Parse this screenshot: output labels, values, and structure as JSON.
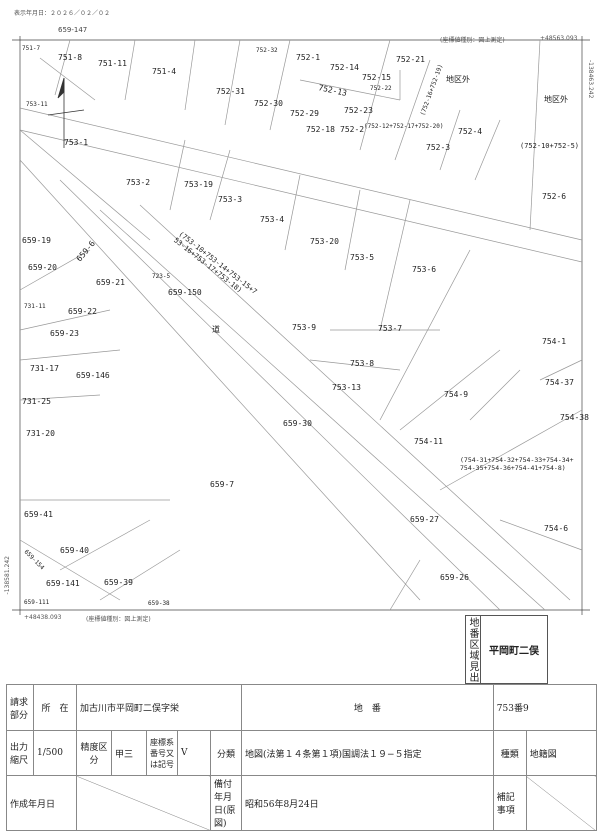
{
  "display_date": "表示年月日：２０２６／０２／０２",
  "map": {
    "coord_note": "(座標値種別：図上測定)",
    "coord_top": "+48563.093",
    "coord_bottom": "+48438.093",
    "coord_right": "-138463.242",
    "coord_left": "-138581.242",
    "top_outside_label": "659-147",
    "edge_label_a": "地区外",
    "edge_label_b": "地区外",
    "parcels": {
      "p751_7": "751-7",
      "p751_8": "751-8",
      "p751_11": "751-11",
      "p751_4": "751-4",
      "p752_32": "752-32",
      "p752_1": "752-1",
      "p752_14": "752-14",
      "p752_21": "752-21",
      "p752_15": "752-15",
      "p752_22": "752-22",
      "outside1": "地区外",
      "outside2": "地区外",
      "p752_31": "752-31",
      "p752_30": "752-30",
      "p752_29": "752-29",
      "p752_13": "752-13",
      "p752_23": "752-23",
      "p752_18": "752-18",
      "p752_2": "752-2",
      "p752_12g": "(752-12+752-17+752-20)",
      "p752_16g": "(752-16+752-19)",
      "p753_11": "753-11",
      "p753_1": "753-1",
      "p752_3": "752-3",
      "p752_4": "752-4",
      "p752_10g": "(752-10+752-5)",
      "p752_6": "752-6",
      "p753_2": "753-2",
      "p753_19": "753-19",
      "p753_3": "753-3",
      "p753_4": "753-4",
      "p753_20": "753-20",
      "p753_5": "753-5",
      "p753_6": "753-6",
      "p659_19": "659-19",
      "p659_6": "659-6",
      "p659_20": "659-20",
      "p659_21": "659-21",
      "p723_5": "723-5",
      "p659_150": "659-150",
      "p753_10g": "(753-10+753-14+753-15+753-16+753-17+753-18)",
      "p659_22": "659-22",
      "road": "道",
      "p753_9": "753-9",
      "p753_7": "753-7",
      "p731_11": "731-11",
      "p659_23": "659-23",
      "p754_1": "754-1",
      "p731_17": "731-17",
      "p659_146": "659-146",
      "p753_8": "753-8",
      "p753_13": "753-13",
      "p754_37": "754-37",
      "p731_25": "731-25",
      "p754_9": "754-9",
      "p754_38": "754-38",
      "p731_20": "731-20",
      "p659_30": "659-30",
      "p754_11": "754-11",
      "p754_31g": "(754-31+754-32+754-33+754-34+754-35+754-36+754-41+754-8)",
      "p659_7": "659-7",
      "p659_41": "659-41",
      "p659_27": "659-27",
      "p754_6": "754-6",
      "p659_40": "659-40",
      "p659_26": "659-26",
      "p659_39": "659-39",
      "p659_154": "659-154",
      "p659_141": "659-141",
      "p659_111": "659-111",
      "p659_38": "659-38"
    }
  },
  "index_box": {
    "label": "地番区域見出",
    "value": "平岡町二俣"
  },
  "info": {
    "request_label": "請求部分",
    "location_label": "所　在",
    "location": "加古川市平岡町二俣字栄",
    "lot_label": "地　番",
    "lot": "753番9",
    "scale_label": "出力縮尺",
    "scale": "1/500",
    "precision_label": "精度区分",
    "precision": "甲三",
    "coord_sys_label": "座標系番号又は記号",
    "coord_sys": "V",
    "class_label": "分類",
    "class": "地図(法第１４条第１項)国調法１９−５指定",
    "type_label": "種類",
    "type": "地籍図",
    "created_label": "作成年月日",
    "filed_label": "備付年月日(原図)",
    "filed": "昭和56年8月24日",
    "notes_label": "補記事項"
  }
}
